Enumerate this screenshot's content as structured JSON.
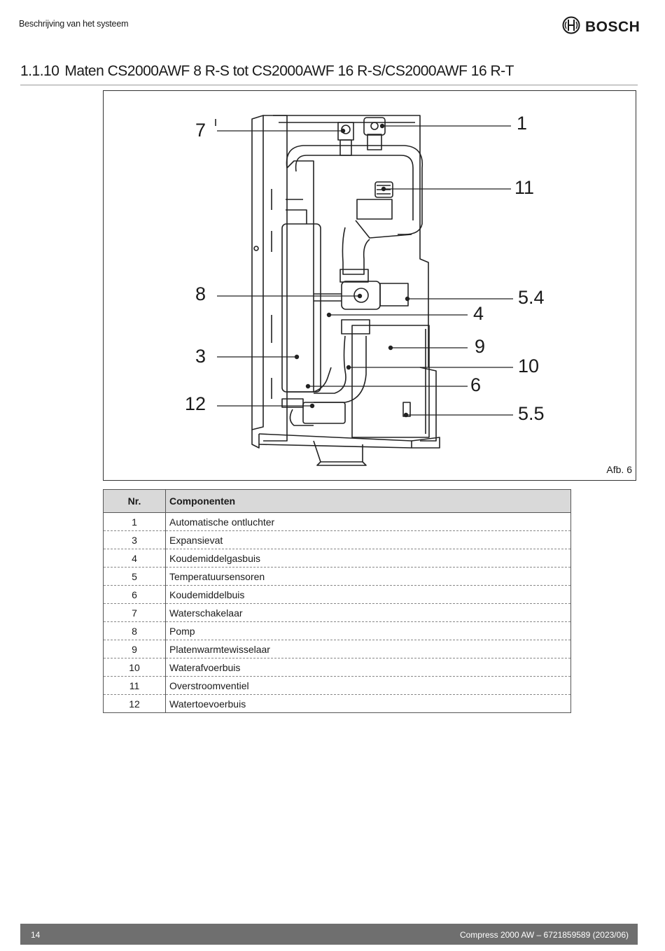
{
  "header": {
    "section": "Beschrijving van het systeem",
    "brand": "BOSCH",
    "logo_icon": "bosch-armature-icon"
  },
  "title": {
    "number": "1.1.10",
    "text": "Maten CS2000AWF 8 R-S tot CS2000AWF 16 R-S/CS2000AWF 16 R-T"
  },
  "figure": {
    "label": "Afb. 6",
    "callouts": {
      "c1": "1",
      "c11": "11",
      "c7": "7",
      "c8": "8",
      "c54": "5.4",
      "c4": "4",
      "c9": "9",
      "c3": "3",
      "c10": "10",
      "c6": "6",
      "c12": "12",
      "c55": "5.5"
    }
  },
  "table": {
    "headers": {
      "nr": "Nr.",
      "components": "Componenten"
    },
    "rows": [
      {
        "nr": "1",
        "name": "Automatische ontluchter"
      },
      {
        "nr": "3",
        "name": "Expansievat"
      },
      {
        "nr": "4",
        "name": "Koudemiddelgasbuis"
      },
      {
        "nr": "5",
        "name": "Temperatuursensoren"
      },
      {
        "nr": "6",
        "name": "Koudemiddelbuis"
      },
      {
        "nr": "7",
        "name": "Waterschakelaar"
      },
      {
        "nr": "8",
        "name": "Pomp"
      },
      {
        "nr": "9",
        "name": "Platenwarmtewisselaar"
      },
      {
        "nr": "10",
        "name": "Waterafvoerbuis"
      },
      {
        "nr": "11",
        "name": "Overstroomventiel"
      },
      {
        "nr": "12",
        "name": "Watertoevoerbuis"
      }
    ]
  },
  "footer": {
    "page": "14",
    "doc": "Compress 2000 AW – 6721859589 (2023/06)"
  }
}
